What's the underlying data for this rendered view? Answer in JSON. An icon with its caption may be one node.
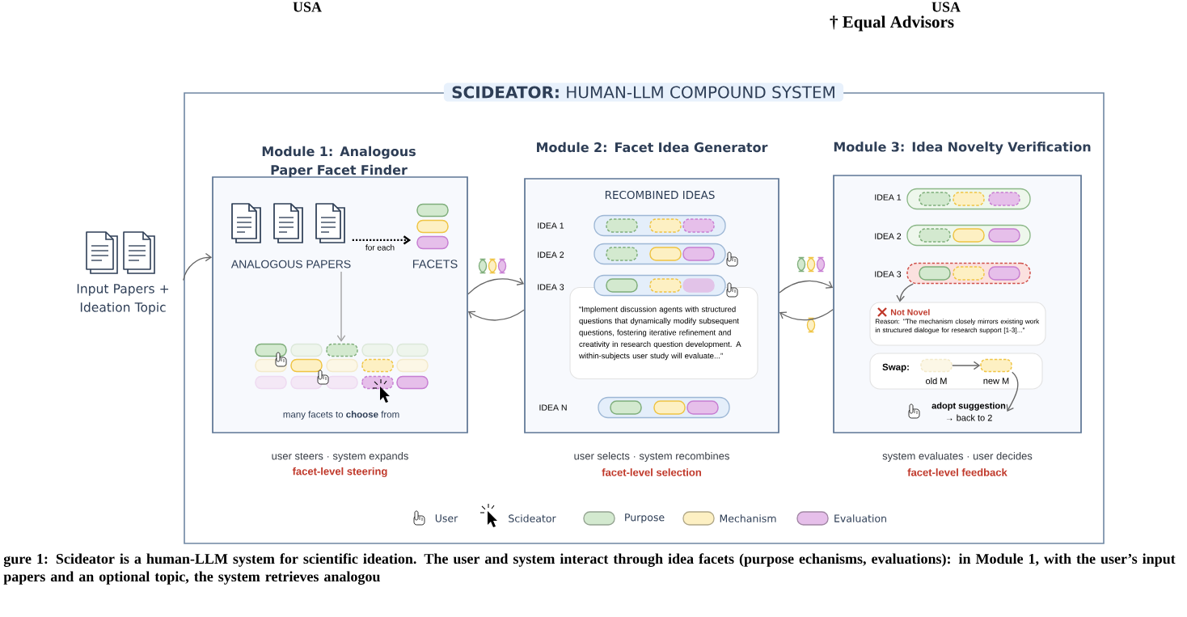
{
  "diagram": {
    "caption": "gure 1: Scideator is a human-LLM system for scientific ideation. The user and system interact through idea facets (purpose echanisms, evaluations): in Module 1, with the user’s input papers and an optional topic, the system retrieves analogou",
    "nodes": [
      {
        "text": [
          "**SCIDEATOR:** HUMAN-LLM COMPOUND SYSTEM"
        ]
      },
      {
        "text": [
          "Input Papers + Ideation Topic"
        ]
      },
      {
        "text": [
          "Module 1: Analogous Paper Facet Finder"
        ],
        "in": 0,
        "beside": [
          "user steers · system expands",
          "facet-level steering"
        ]
      },
      {
        "text": [
          "ANALOGOUS PAPERS"
        ],
        "in": 2
      },
      {
        "text": [
          "FACETS"
        ],
        "in": 2
      },
      {
        "text": [
          "many facets to **choose** from"
        ],
        "in": 2
      },
      {
        "text": [
          "Module 2: Facet Idea Generator",
          "RECOMBINED IDEAS"
        ],
        "in": 0,
        "beside": [
          "user selects · system recombines",
          "facet-level selection"
        ]
      },
      {
        "text": [
          "“Implement discussion agents with structured questions that dynamically modify subsequent questions, fostering iterative refinement and creativity in research question development. A within-subjects user study will evaluate...”"
        ],
        "in": 6
      },
      {
        "text": [
          "Module 3: Idea Novelty Verification"
        ],
        "in": 0,
        "beside": [
          "system evaluates · user decides",
          "facet-level feedback"
        ]
      },
      {
        "text": [],
        "shape": "box",
        "in": 8,
        "beside": [
          "IDEA 3"
        ]
      },
      {
        "text": [
          "Not Novel",
          "Reason: \"The mechanism closely mirrors existing work in structured dialogue for research support [1-3]...\""
        ],
        "in": 8
      },
      {
        "text": [
          "Swap:"
        ],
        "in": 8
      },
      {
        "text": [],
        "shape": "box",
        "in": 11,
        "beside": [
          "old M"
        ]
      },
      {
        "text": [],
        "shape": "box",
        "in": 11,
        "beside": [
          "new M"
        ]
      },
      {
        "text": [
          "adopt suggestion",
          "→ back to 2"
        ],
        "in": 8
      }
    ],
    "edges": [
      {
        "from": 1,
        "to": 2,
        "arrow": "to"
      },
      {
        "from": 3,
        "to": 4,
        "arrow": "to",
        "label": "for each",
        "style": "dashed",
        "color": "#000000"
      },
      {
        "from": 3,
        "to": 5,
        "arrow": "to",
        "color": "#9e9e9e"
      },
      {
        "from": 2,
        "to": 6,
        "arrow": "to"
      },
      {
        "from": 6,
        "to": 2,
        "arrow": "to"
      },
      {
        "from": 6,
        "to": 8,
        "arrow": "to"
      },
      {
        "from": 8,
        "to": 6,
        "arrow": "to"
      },
      {
        "from": 9,
        "to": 10,
        "arrow": "to"
      },
      {
        "from": 12,
        "to": 13,
        "arrow": "to"
      },
      {
        "from": 13,
        "to": 14,
        "arrow": "to"
      }
    ],
    "labels": [
      "USA",
      "USA",
      "† Equal Advisors",
      "IDEA 1",
      "IDEA 2",
      "IDEA 3",
      "IDEA N",
      "IDEA 1",
      "IDEA 2"
    ],
    "legend": [
      {
        "text": "User"
      },
      {
        "text": "Scideator"
      },
      {
        "text": "Purpose",
        "color": "#d3e9cf"
      },
      {
        "text": "Mechanism",
        "color": "#fdf0c3"
      },
      {
        "text": "Evaluation",
        "color": "#e6bfea"
      }
    ]
  }
}
